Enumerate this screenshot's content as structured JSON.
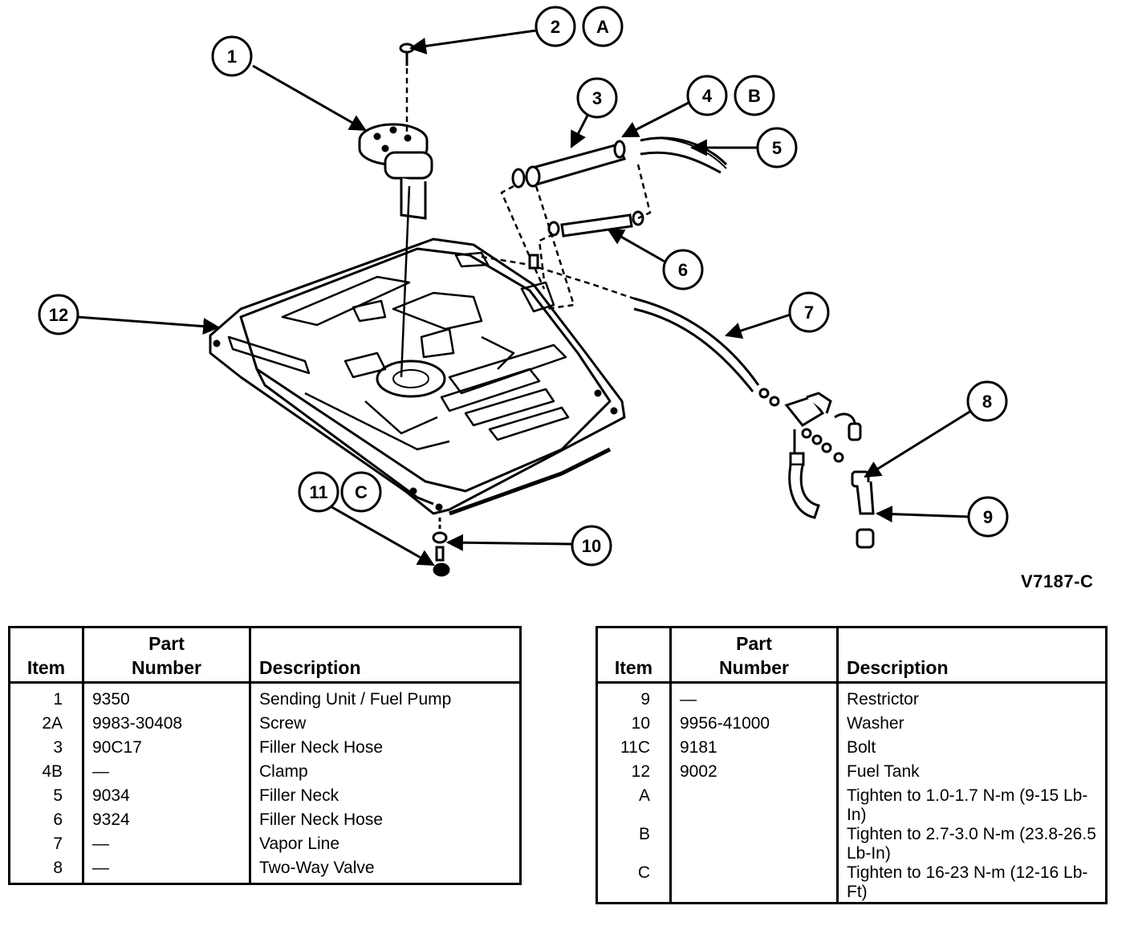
{
  "figure_code": "V7187-C",
  "callouts": [
    "1",
    "2",
    "A",
    "3",
    "4",
    "B",
    "5",
    "6",
    "7",
    "8",
    "9",
    "10",
    "11",
    "C",
    "12"
  ],
  "table_headers": {
    "item": "Item",
    "part_number_1": "Part",
    "part_number_2": "Number",
    "description": "Description"
  },
  "left_rows": [
    {
      "item": "1",
      "part": "9350",
      "desc": "Sending Unit / Fuel Pump"
    },
    {
      "item": "2A",
      "part": "9983-30408",
      "desc": "Screw"
    },
    {
      "item": "3",
      "part": "90C17",
      "desc": "Filler Neck Hose"
    },
    {
      "item": "4B",
      "part": "—",
      "desc": "Clamp"
    },
    {
      "item": "5",
      "part": "9034",
      "desc": "Filler Neck"
    },
    {
      "item": "6",
      "part": "9324",
      "desc": "Filler Neck Hose"
    },
    {
      "item": "7",
      "part": "—",
      "desc": "Vapor Line"
    },
    {
      "item": "8",
      "part": "—",
      "desc": "Two-Way Valve"
    }
  ],
  "right_rows": [
    {
      "item": "9",
      "part": "—",
      "desc": "Restrictor"
    },
    {
      "item": "10",
      "part": "9956-41000",
      "desc": "Washer"
    },
    {
      "item": "11C",
      "part": "9181",
      "desc": "Bolt"
    },
    {
      "item": "12",
      "part": "9002",
      "desc": "Fuel Tank"
    },
    {
      "item": "A",
      "part": "",
      "desc": "Tighten to 1.0-1.7 N-m (9-15 Lb-In)"
    },
    {
      "item": "B",
      "part": "",
      "desc": "Tighten to 2.7-3.0 N-m (23.8-26.5 Lb-In)"
    },
    {
      "item": "C",
      "part": "",
      "desc": "Tighten to 16-23 N-m (12-16 Lb-Ft)"
    }
  ]
}
